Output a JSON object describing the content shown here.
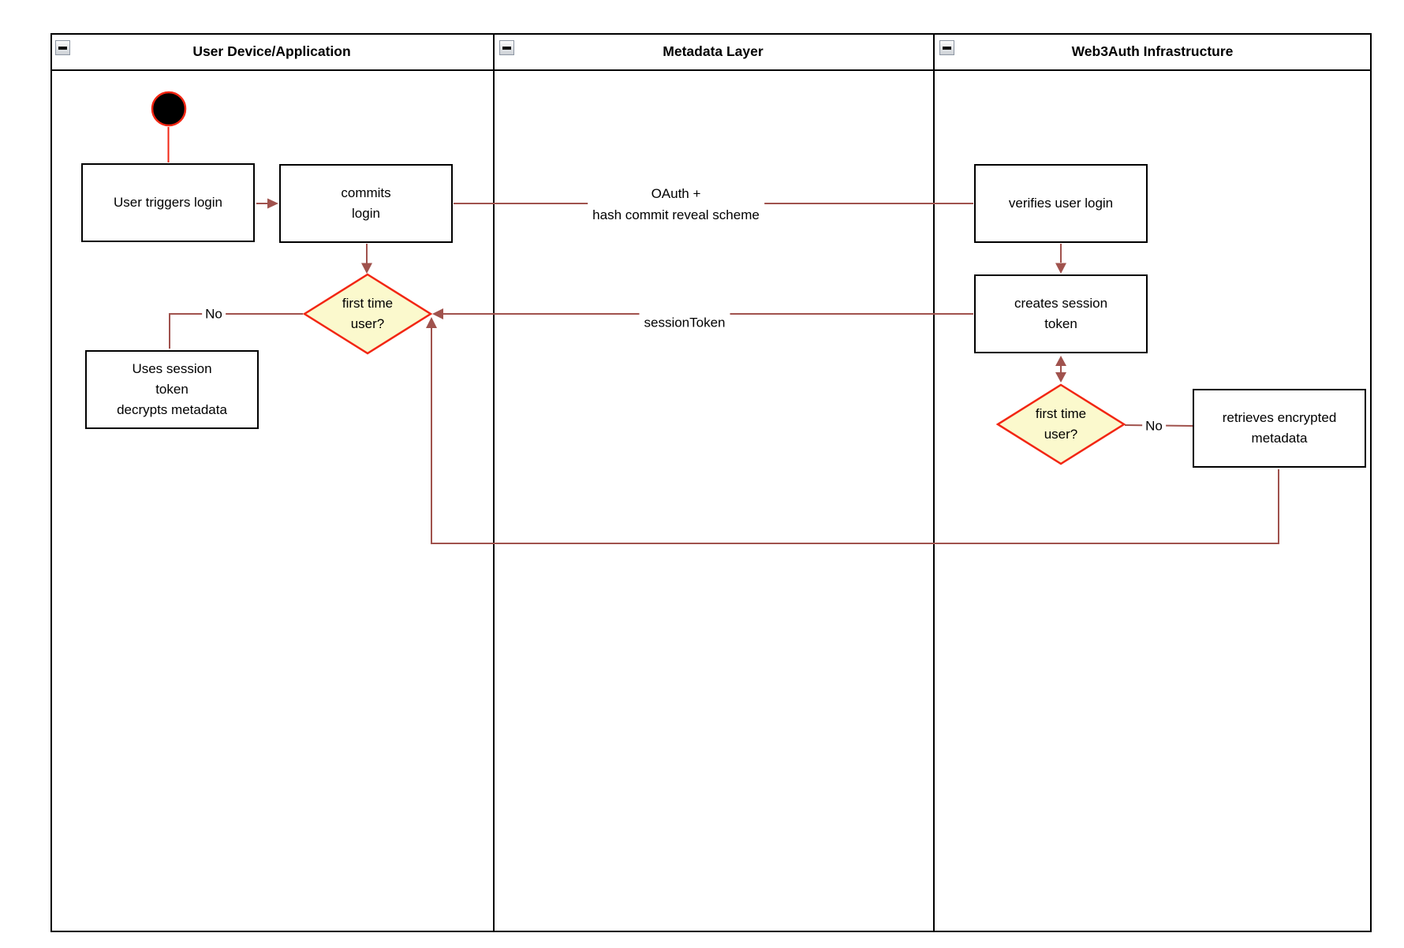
{
  "lanes": [
    {
      "title": "User Device/Application"
    },
    {
      "title": "Metadata Layer"
    },
    {
      "title": "Web3Auth Infrastructure"
    }
  ],
  "nodes": {
    "user_triggers_login": {
      "text": "User triggers login"
    },
    "commits_login": {
      "text": "commits\nlogin"
    },
    "verifies_user_login": {
      "text": "verifies user login"
    },
    "creates_session_token": {
      "text": "creates session\ntoken"
    },
    "first_time_user_left": {
      "text": "first time\nuser?"
    },
    "uses_session_token": {
      "text": "Uses session\ntoken\ndecrypts metadata"
    },
    "first_time_user_right": {
      "text": "first time\nuser?"
    },
    "retrieves_encrypted_metadata": {
      "text": "retrieves encrypted\nmetadata"
    }
  },
  "edge_labels": {
    "oauth": "OAuth +\nhash commit reveal scheme",
    "session_token": "sessionToken",
    "no_left": "No",
    "no_right": "No"
  },
  "icons": {
    "lane_collapse": "minus-collapse-icon"
  },
  "colors": {
    "connector": "#A0524D",
    "highlight": "#F22613",
    "decision_fill": "#FBF9CD",
    "decision_border": "#F22613",
    "frame": "#000000"
  }
}
